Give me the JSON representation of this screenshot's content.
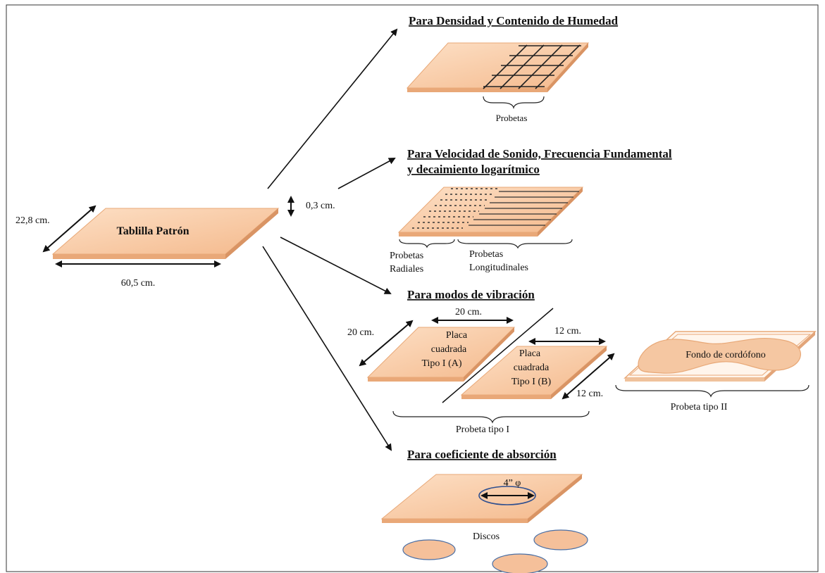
{
  "main_board": {
    "label": "Tablilla Patrón",
    "width_label": "22,8 cm.",
    "length_label": "60,5 cm.",
    "thickness_label": "0,3 cm."
  },
  "sections": {
    "density": {
      "title": "Para Densidad y Contenido  de Humedad",
      "specimens_label": "Probetas"
    },
    "sound": {
      "title_line1": "Para Velocidad de Sonido, Frecuencia Fundamental",
      "title_line2": "y decaimiento logarítmico",
      "radial_label_line1": "Probetas",
      "radial_label_line2": "Radiales",
      "longitudinal_label_line1": "Probetas",
      "longitudinal_label_line2": "Longitudinales"
    },
    "vibration": {
      "title": "Para modos de vibración",
      "plate_a": {
        "line1": "Placa",
        "line2": "cuadrada",
        "line3": "Tipo I (A)",
        "width_label": "20 cm.",
        "depth_label": "20 cm."
      },
      "plate_b": {
        "line1": "Placa",
        "line2": "cuadrada",
        "line3": "Tipo I (B)",
        "width_label": "12 cm.",
        "depth_label": "12 cm."
      },
      "type1_label": "Probeta tipo I",
      "cordophone_label": "Fondo de cordófono",
      "type2_label": "Probeta tipo II"
    },
    "absorption": {
      "title": "Para coeficiente de absorción",
      "diameter_label": "4” φ",
      "discs_label": "Discos"
    }
  },
  "colors": {
    "board_fill": "#F8CBA6",
    "board_edge": "#E8A877",
    "disc_fill": "#F5C09A",
    "disc_stroke": "#4A6FA5",
    "line": "#111111"
  }
}
